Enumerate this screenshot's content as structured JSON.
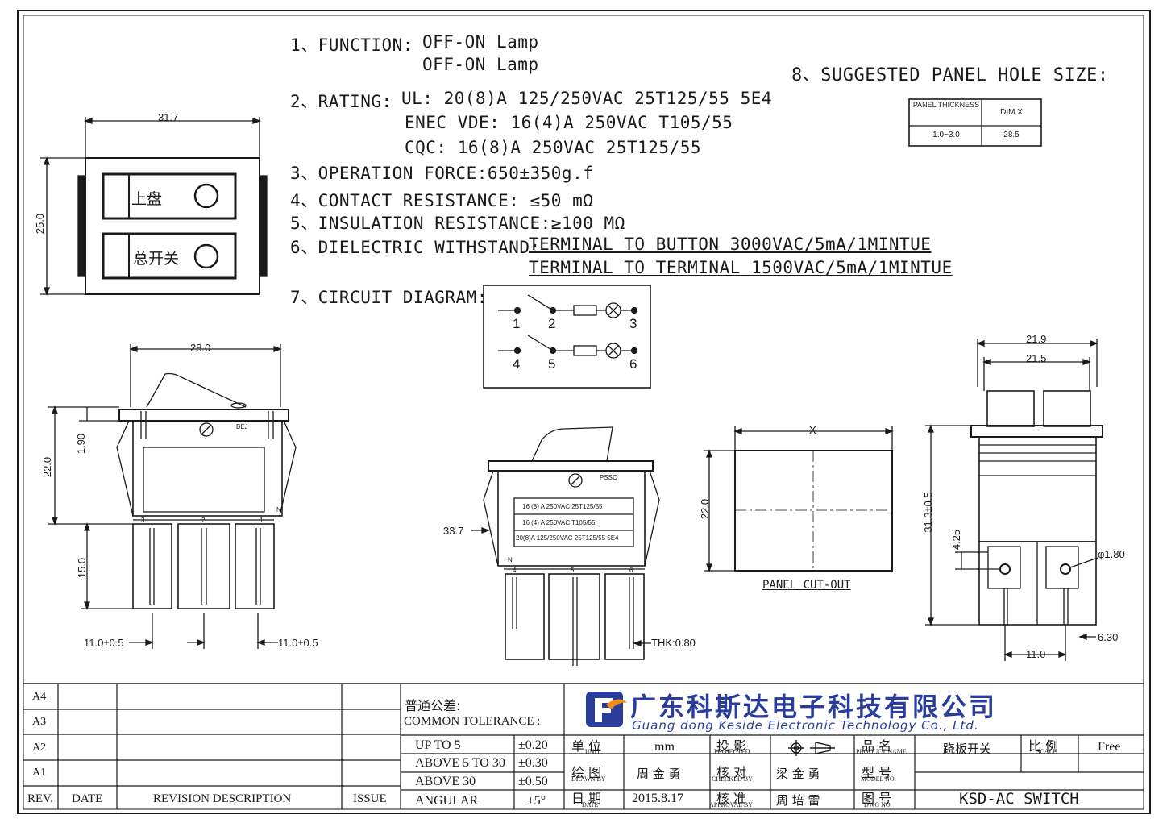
{
  "specs": {
    "function_label": "1、FUNCTION:",
    "function_line1": "OFF-ON Lamp",
    "function_line2": "OFF-ON Lamp",
    "rating_label": "2、RATING:",
    "rating_ul": "UL: 20(8)A 125/250VAC 25T125/55 5E4",
    "rating_enec": "ENEC VDE: 16(4)A 250VAC T105/55",
    "rating_cqc": "CQC: 16(8)A 250VAC 25T125/55",
    "operation_force": "3、OPERATION FORCE:650±350g.f",
    "contact_resistance": "4、CONTACT RESISTANCE:  ≤50 mΩ",
    "insulation_resistance": "5、INSULATION RESISTANCE:≥100 MΩ",
    "dielectric_label": "6、DIELECTRIC WITHSTAND:",
    "dielectric_line1": "TERMINAL TO BUTTON 3000VAC/5mA/1MINTUE",
    "dielectric_line2": "TERMINAL TO TERMINAL 1500VAC/5mA/1MINTUE",
    "circuit_label": "7、CIRCUIT DIAGRAM:",
    "panel_hole_label": "8、SUGGESTED PANEL HOLE SIZE:"
  },
  "panel_table": {
    "header_thickness": "PANEL THICKNESS",
    "header_dim": "DIM.X",
    "thickness": "1.0~3.0",
    "dim": "28.5"
  },
  "circuit": {
    "t1": "1",
    "t2": "2",
    "t3": "3",
    "t4": "4",
    "t5": "5",
    "t6": "6"
  },
  "front_view": {
    "width": "31.7",
    "height": "25.0",
    "upper_label": "上盘",
    "lower_label": "总开关"
  },
  "side_view": {
    "width": "28.0",
    "height": "22.0",
    "d1": "1.90",
    "d2": "15.0",
    "left_pitch": "11.0±0.5",
    "right_pitch": "11.0±0.5",
    "mark": "BEJ",
    "pin3": "3",
    "pin2": "2",
    "pin1": "1",
    "pinN": "N"
  },
  "back_view": {
    "d": "33.7",
    "thk": "THK:0.80",
    "mark": "PSSC",
    "label1": "16 (8) A  250VAC  25T125/55",
    "label2": "16 (4) A  250VAC  T105/55",
    "label3": "20(8)A 125/250VAC  25T125/55  5E4",
    "pin4": "4",
    "pin5": "5",
    "pin6": "6",
    "pinN": "N"
  },
  "cutout": {
    "x": "X",
    "h": "22.0",
    "label": "PANEL CUT-OUT"
  },
  "end_view": {
    "w1": "21.9",
    "w2": "21.5",
    "h": "31.3±0.5",
    "d1": "4.25",
    "hole": "φ1.80",
    "pitch": "11.0",
    "tab": "6.30"
  },
  "title_block": {
    "rev_rows": [
      "A4",
      "A3",
      "A2",
      "A1"
    ],
    "rev": "REV.",
    "date": "DATE",
    "revision_description": "REVISION DESCRIPTION",
    "issue": "ISSUE",
    "tolerance_cn": "普通公差:",
    "tolerance_en": "COMMON TOLERANCE :",
    "tol_rows": [
      {
        "label": "UP TO 5",
        "value": "±0.20"
      },
      {
        "label": "ABOVE 5 TO 30",
        "value": "±0.30"
      },
      {
        "label": "ABOVE 30",
        "value": "±0.50"
      },
      {
        "label": "ANGULAR",
        "value": "±5°"
      }
    ],
    "company_cn": "广东科斯达电子科技有限公司",
    "company_en": "Guang dong Keside  Electronic Technology Co., Ltd.",
    "unit_cn": "单 位",
    "unit_en": "UNIT",
    "unit_value": "mm",
    "projected_cn": "投 影",
    "projected_en": "PROJECTED",
    "product_cn": "品 名",
    "product_en": "PRODUCT NAME",
    "product_value": "跷板开关",
    "scale_cn": "比 例",
    "scale_en": "SCALE",
    "scale_value": "Free",
    "drawn_cn": "绘 图",
    "drawn_en": "DRAWN BY",
    "drawn_value": "周 金 勇",
    "checked_cn": "核 对",
    "checked_en": "CHECKED BY",
    "checked_value": "梁 金 勇",
    "model_cn": "型 号",
    "model_en": "MODEL NO.",
    "model_value": "",
    "date_cn": "日 期",
    "date_en": "DATE",
    "date_value": "2015.8.17",
    "approval_cn": "核 准",
    "approval_en": "APPROVAL BY",
    "approval_value": "周 培 雷",
    "dwg_cn": "图 号",
    "dwg_en": "DWG NO.",
    "dwg_value": "KSD-AC SWITCH"
  },
  "colors": {
    "ink": "#1a1a1a",
    "logo_blue": "#2a3d9a",
    "logo_orange": "#f28a1e"
  }
}
